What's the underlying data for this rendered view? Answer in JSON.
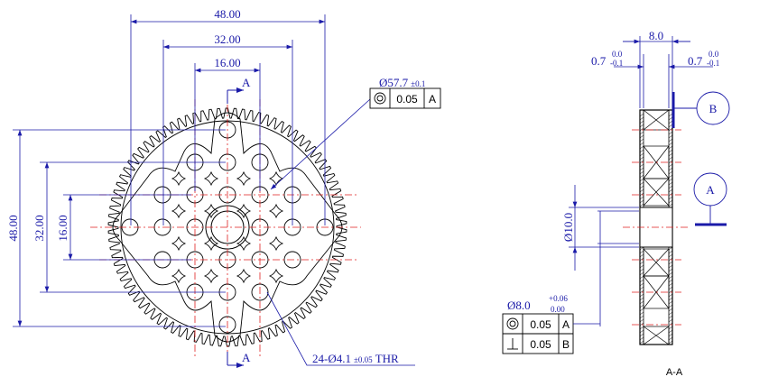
{
  "front_view": {
    "dims_horizontal": [
      "48.00",
      "32.00",
      "16.00"
    ],
    "dims_vertical": [
      "48.00",
      "32.00",
      "16.00"
    ],
    "section_label": "A",
    "callout_outer": {
      "prefix": "Ø",
      "value": "57.7",
      "tol": "±0.1"
    },
    "fcf_outer": {
      "tolerance": "0.05",
      "datum": "A"
    },
    "callout_holes": {
      "count": "24-",
      "prefix": "Ø",
      "value": "4.1",
      "tol": "±0.05",
      "suffix": "THR"
    }
  },
  "section_view": {
    "width": "8.0",
    "left_face": {
      "value": "0.7",
      "upper": "0.0",
      "lower": "-0.1"
    },
    "right_face": {
      "value": "0.7",
      "upper": "0.0",
      "lower": "-0.1"
    },
    "datum_b": "B",
    "datum_a": "A",
    "bore": "Ø10.0",
    "hub": {
      "value": "Ø8.0",
      "upper": "+0.06",
      "lower": "0.00"
    },
    "fcf_rows": [
      {
        "symbol": "concentricity",
        "tolerance": "0.05",
        "datum": "A"
      },
      {
        "symbol": "perpendicularity",
        "tolerance": "0.05",
        "datum": "B"
      }
    ],
    "label": "A-A"
  },
  "colors": {
    "dimension": "#1a1aa8",
    "centerline": "#e02020",
    "outline": "#000000"
  }
}
